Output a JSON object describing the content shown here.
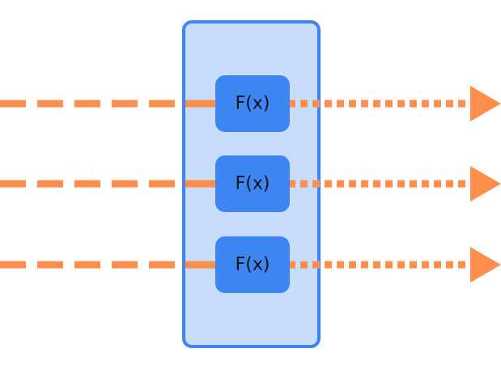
{
  "diagram": {
    "colors": {
      "background": "#ffffff",
      "panel_fill": "#c3d9fb",
      "panel_stroke": "#3d86f2",
      "node_fill": "#3d86f2",
      "arrow": "#fd8e4b",
      "label": "#111111"
    },
    "nodes": [
      {
        "label": "F(x)"
      },
      {
        "label": "F(x)"
      },
      {
        "label": "F(x)"
      }
    ],
    "input_line_style": "dashed",
    "output_line_style": "dotted",
    "output_arrowhead": "triangle"
  }
}
